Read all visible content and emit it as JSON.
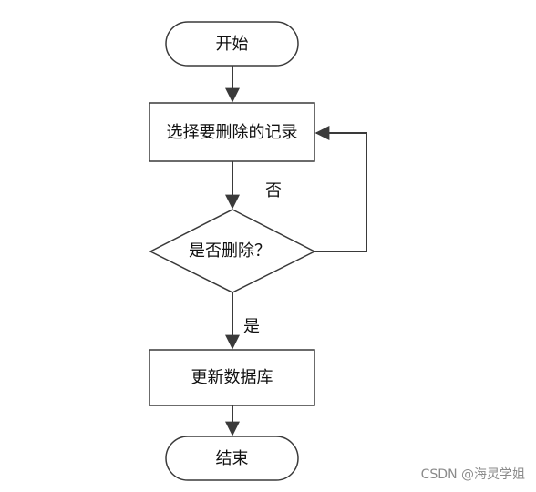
{
  "flowchart": {
    "nodes": {
      "start": "开始",
      "select": "选择要删除的记录",
      "decision": "是否删除？",
      "update": "更新数据库",
      "end": "结束"
    },
    "edges": {
      "no_label": "否",
      "yes_label": "是"
    }
  },
  "colors": {
    "stroke": "#3a3a3a",
    "text": "#111111",
    "watermark": "#8a8a8a"
  },
  "watermark": "CSDN @海灵学姐"
}
